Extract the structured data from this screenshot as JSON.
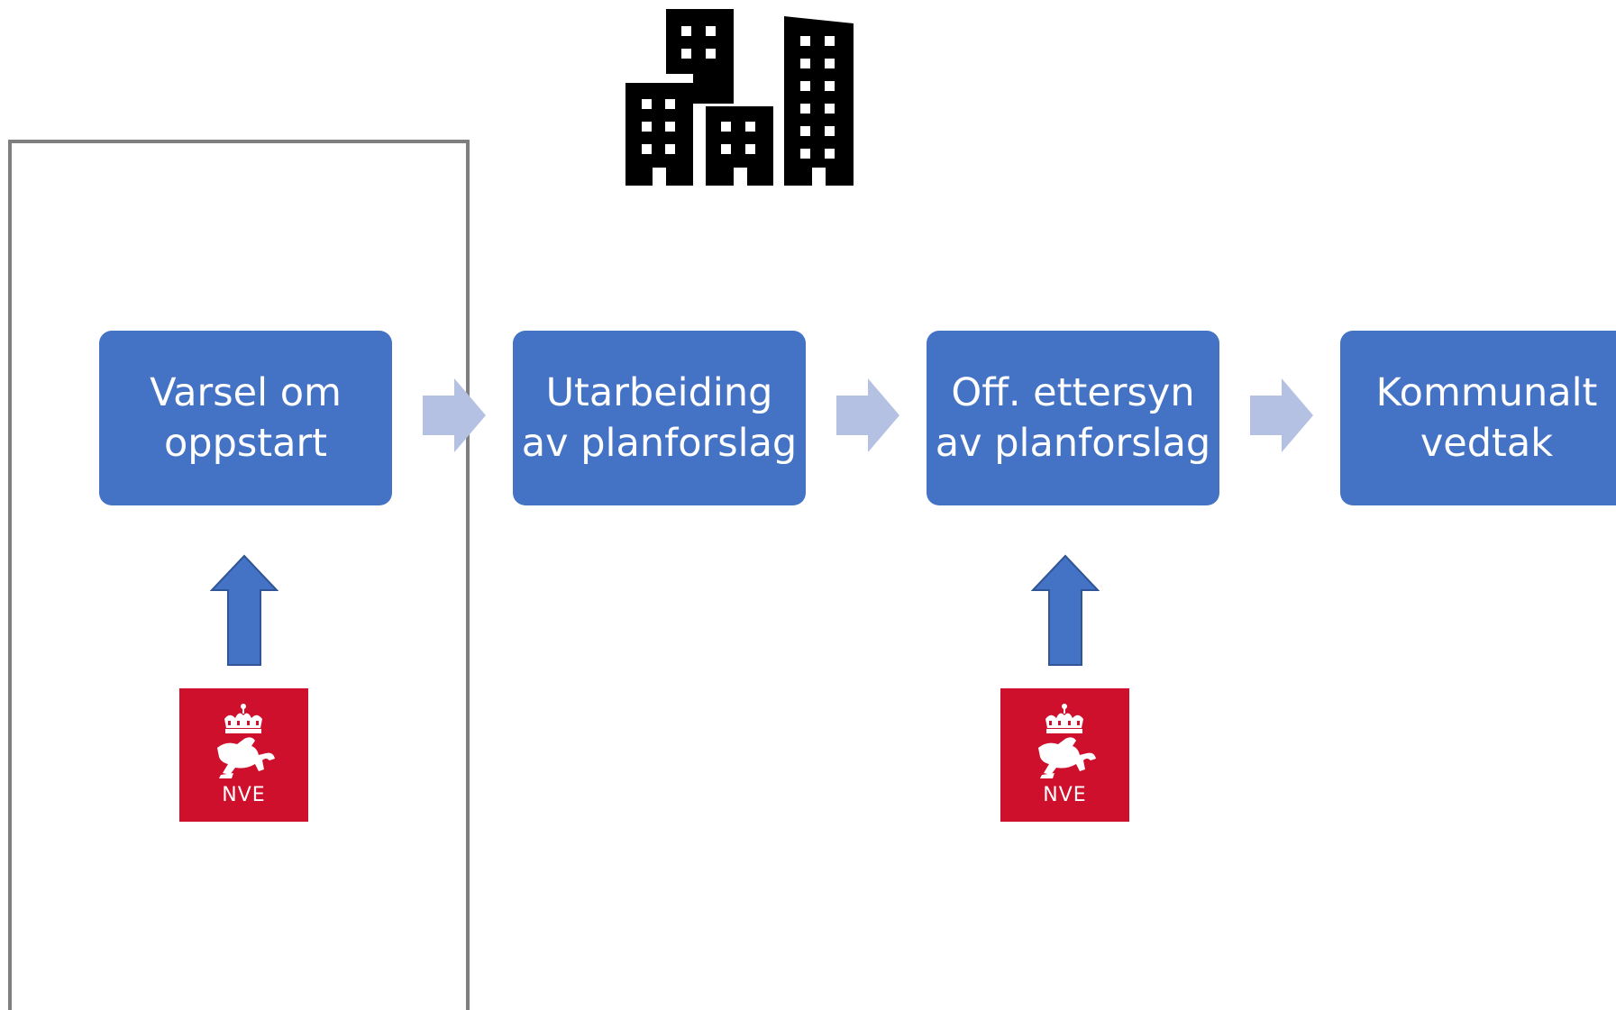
{
  "colors": {
    "step_box": "#4472c4",
    "flow_arrow": "#b4c1e3",
    "up_arrow": "#4472c4",
    "nve_red": "#cf102d",
    "frame": "#7f7f7f"
  },
  "top_icon": "buildings-icon",
  "steps": [
    {
      "line1": "Varsel om",
      "line2": "oppstart"
    },
    {
      "line1": "Utarbeiding",
      "line2": "av planforslag"
    },
    {
      "line1": "Off. ettersyn",
      "line2": "av planforslag"
    },
    {
      "line1": "Kommunalt",
      "line2": "vedtak"
    }
  ],
  "nve_logos": [
    {
      "text": "NVE",
      "icon": "crown-horse-icon"
    },
    {
      "text": "NVE",
      "icon": "crown-horse-icon"
    }
  ]
}
